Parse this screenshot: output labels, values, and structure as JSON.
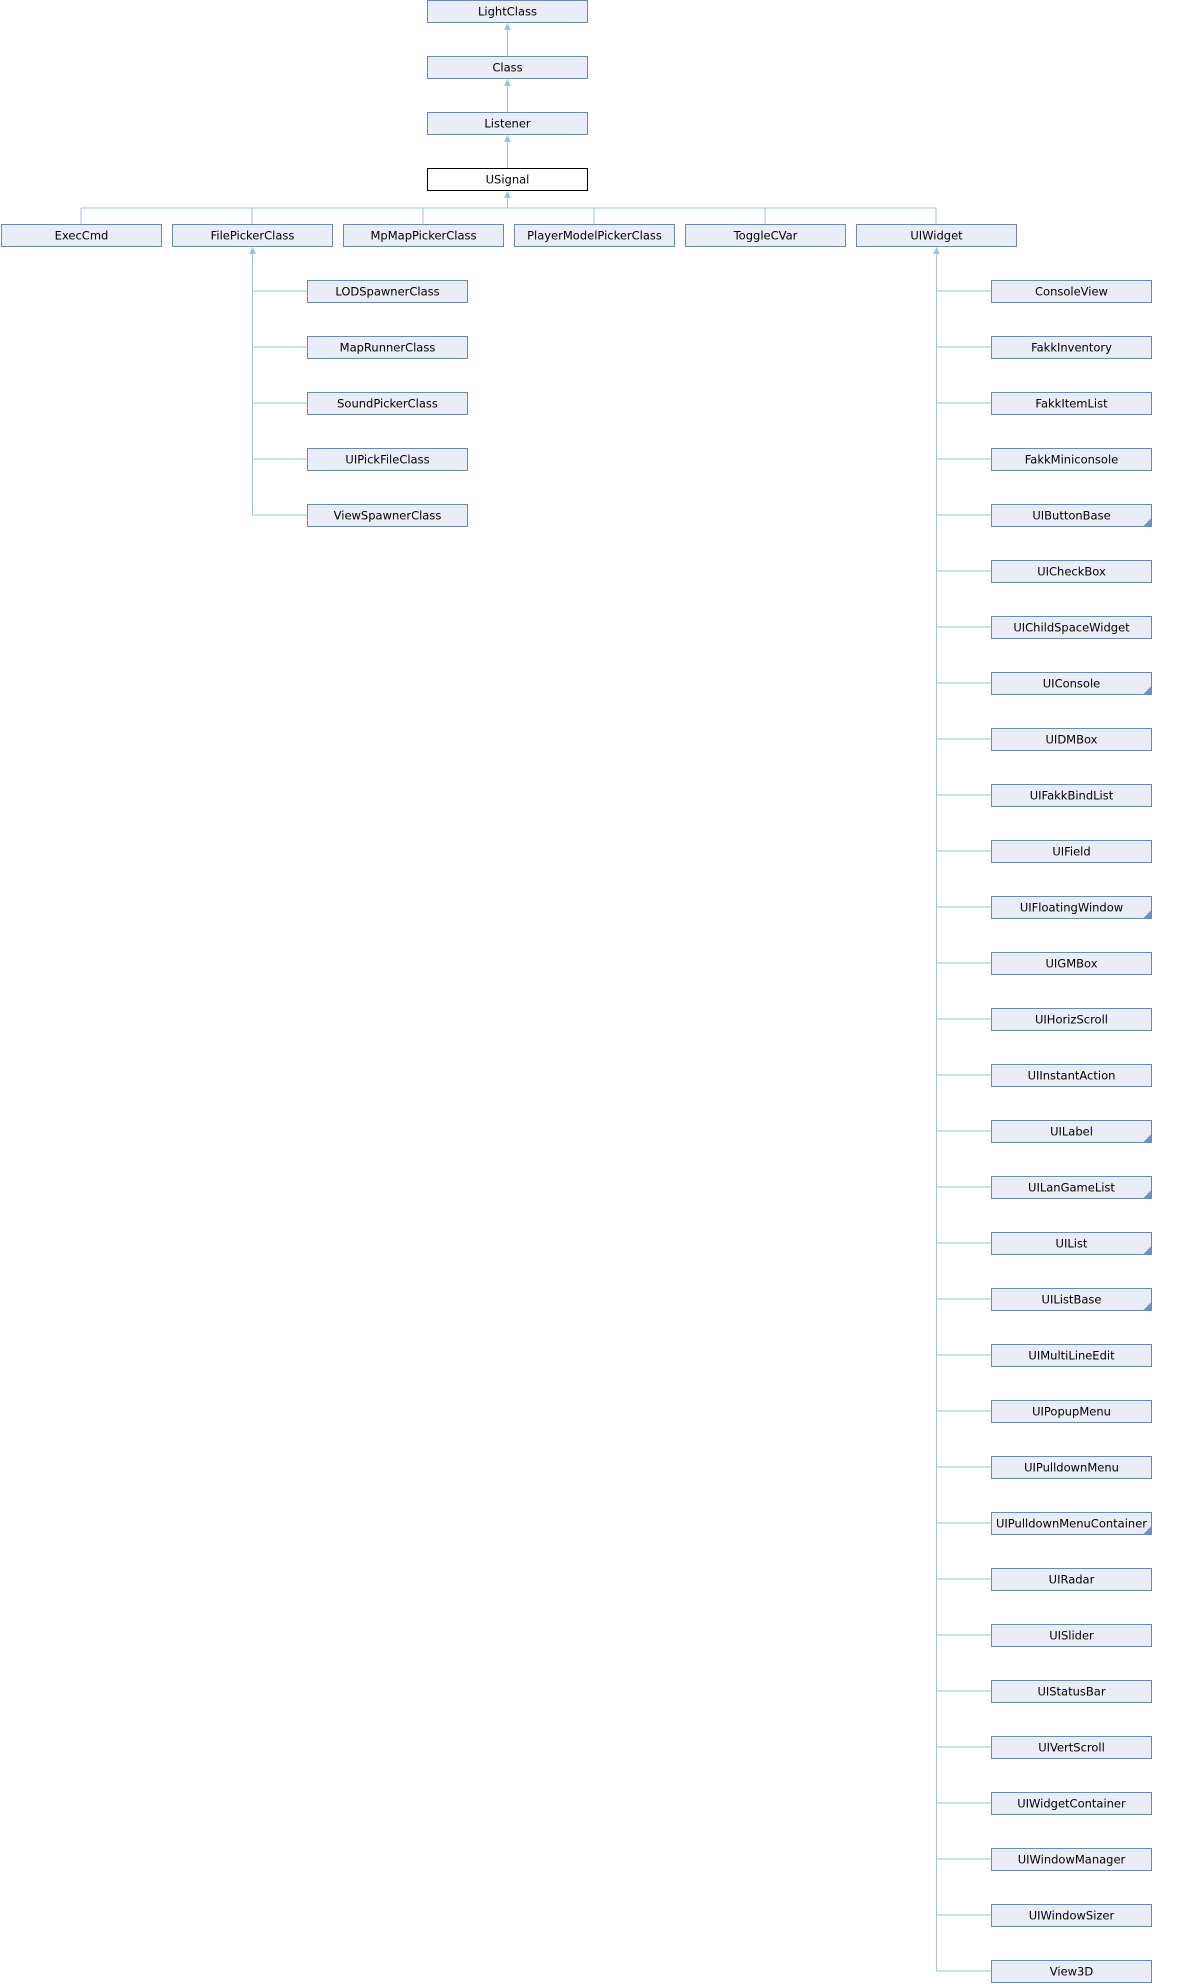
{
  "diagram": {
    "type": "inheritance-graph",
    "colors": {
      "box_fill": "#e8edf7",
      "box_border": "#6f86b8",
      "current_border": "#000000",
      "edge": "#9ec3e6",
      "fold_mark": "#6f8fc8"
    },
    "ancestors": [
      "LightClass",
      "Class",
      "Listener"
    ],
    "current": "USignal",
    "children": [
      {
        "name": "ExecCmd",
        "children": []
      },
      {
        "name": "FilePickerClass",
        "children": [
          {
            "name": "LODSpawnerClass"
          },
          {
            "name": "MapRunnerClass"
          },
          {
            "name": "SoundPickerClass"
          },
          {
            "name": "UIPickFileClass"
          },
          {
            "name": "ViewSpawnerClass"
          }
        ]
      },
      {
        "name": "MpMapPickerClass",
        "children": []
      },
      {
        "name": "PlayerModelPickerClass",
        "children": []
      },
      {
        "name": "ToggleCVar",
        "children": []
      },
      {
        "name": "UIWidget",
        "children": [
          {
            "name": "ConsoleView",
            "has_more": false
          },
          {
            "name": "FakkInventory",
            "has_more": false
          },
          {
            "name": "FakkItemList",
            "has_more": false
          },
          {
            "name": "FakkMiniconsole",
            "has_more": false
          },
          {
            "name": "UIButtonBase",
            "has_more": true
          },
          {
            "name": "UICheckBox",
            "has_more": false
          },
          {
            "name": "UIChildSpaceWidget",
            "has_more": false
          },
          {
            "name": "UIConsole",
            "has_more": true
          },
          {
            "name": "UIDMBox",
            "has_more": false
          },
          {
            "name": "UIFakkBindList",
            "has_more": false
          },
          {
            "name": "UIField",
            "has_more": false
          },
          {
            "name": "UIFloatingWindow",
            "has_more": true
          },
          {
            "name": "UIGMBox",
            "has_more": false
          },
          {
            "name": "UIHorizScroll",
            "has_more": false
          },
          {
            "name": "UIInstantAction",
            "has_more": false
          },
          {
            "name": "UILabel",
            "has_more": true
          },
          {
            "name": "UILanGameList",
            "has_more": true
          },
          {
            "name": "UIList",
            "has_more": true
          },
          {
            "name": "UIListBase",
            "has_more": true
          },
          {
            "name": "UIMultiLineEdit",
            "has_more": false
          },
          {
            "name": "UIPopupMenu",
            "has_more": false
          },
          {
            "name": "UIPulldownMenu",
            "has_more": false
          },
          {
            "name": "UIPulldownMenuContainer",
            "has_more": true
          },
          {
            "name": "UIRadar",
            "has_more": false
          },
          {
            "name": "UISlider",
            "has_more": false
          },
          {
            "name": "UIStatusBar",
            "has_more": false
          },
          {
            "name": "UIVertScroll",
            "has_more": false
          },
          {
            "name": "UIWidgetContainer",
            "has_more": false
          },
          {
            "name": "UIWindowManager",
            "has_more": false
          },
          {
            "name": "UIWindowSizer",
            "has_more": false
          },
          {
            "name": "View3D",
            "has_more": false
          }
        ]
      }
    ]
  }
}
